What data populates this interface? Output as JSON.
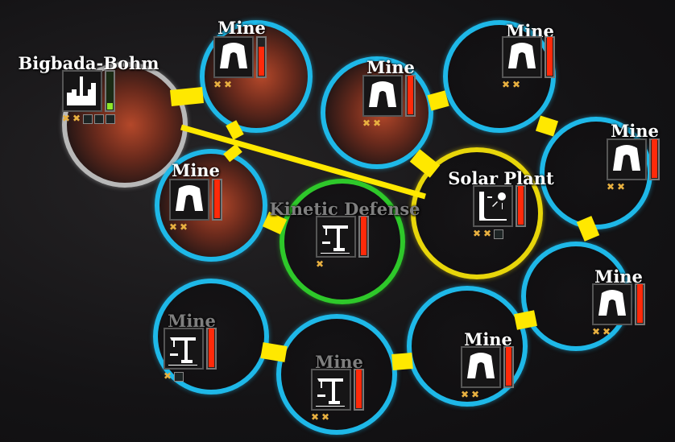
{
  "colors": {
    "ring_blue": "#1eb8e8",
    "ring_green": "#2ec82a",
    "ring_yellow": "#e8d60a",
    "ring_gray": "#b8b8b8",
    "connector": "#ffe800",
    "bar_red": "#ff2a0a",
    "bar_green": "#8ee82a"
  },
  "nodes": [
    {
      "label": "Bigbada-Bohm",
      "icon": "factory-icon",
      "pips": 2,
      "empty": 3,
      "bar": "green-segmented",
      "ring": "gray",
      "dim": false
    },
    {
      "label": "Mine",
      "icon": "mine-icon",
      "pips": 2,
      "empty": 0,
      "bar": 0.75,
      "ring": "blue",
      "dim": false
    },
    {
      "label": "Mine",
      "icon": "mine-icon",
      "pips": 2,
      "empty": 0,
      "bar": 1,
      "ring": "blue",
      "dim": false
    },
    {
      "label": "Mine",
      "icon": "mine-icon",
      "pips": 2,
      "empty": 0,
      "bar": 1,
      "ring": "blue",
      "dim": false
    },
    {
      "label": "Mine",
      "icon": "mine-icon",
      "pips": 2,
      "empty": 0,
      "bar": 1,
      "ring": "blue",
      "dim": false
    },
    {
      "label": "Mine",
      "icon": "mine-icon",
      "pips": 2,
      "empty": 0,
      "bar": 1,
      "ring": "blue",
      "dim": false
    },
    {
      "label": "Kinetic Defense",
      "icon": "crane-icon",
      "pips": 1,
      "empty": 0,
      "bar": 1,
      "ring": "green",
      "dim": true
    },
    {
      "label": "Solar Plant",
      "icon": "solar-icon",
      "pips": 2,
      "empty": 1,
      "bar": 1,
      "ring": "yellow",
      "dim": false
    },
    {
      "label": "Mine",
      "icon": "mine-icon",
      "pips": 2,
      "empty": 0,
      "bar": 1,
      "ring": "blue",
      "dim": false
    },
    {
      "label": "Mine",
      "icon": "crane-icon",
      "pips": 1,
      "empty": 1,
      "bar": 1,
      "ring": "blue",
      "dim": true
    },
    {
      "label": "Mine",
      "icon": "crane-icon",
      "pips": 2,
      "empty": 0,
      "bar": 1,
      "ring": "blue",
      "dim": true
    },
    {
      "label": "Mine",
      "icon": "mine-icon",
      "pips": 2,
      "empty": 0,
      "bar": 1,
      "ring": "blue",
      "dim": false
    }
  ]
}
